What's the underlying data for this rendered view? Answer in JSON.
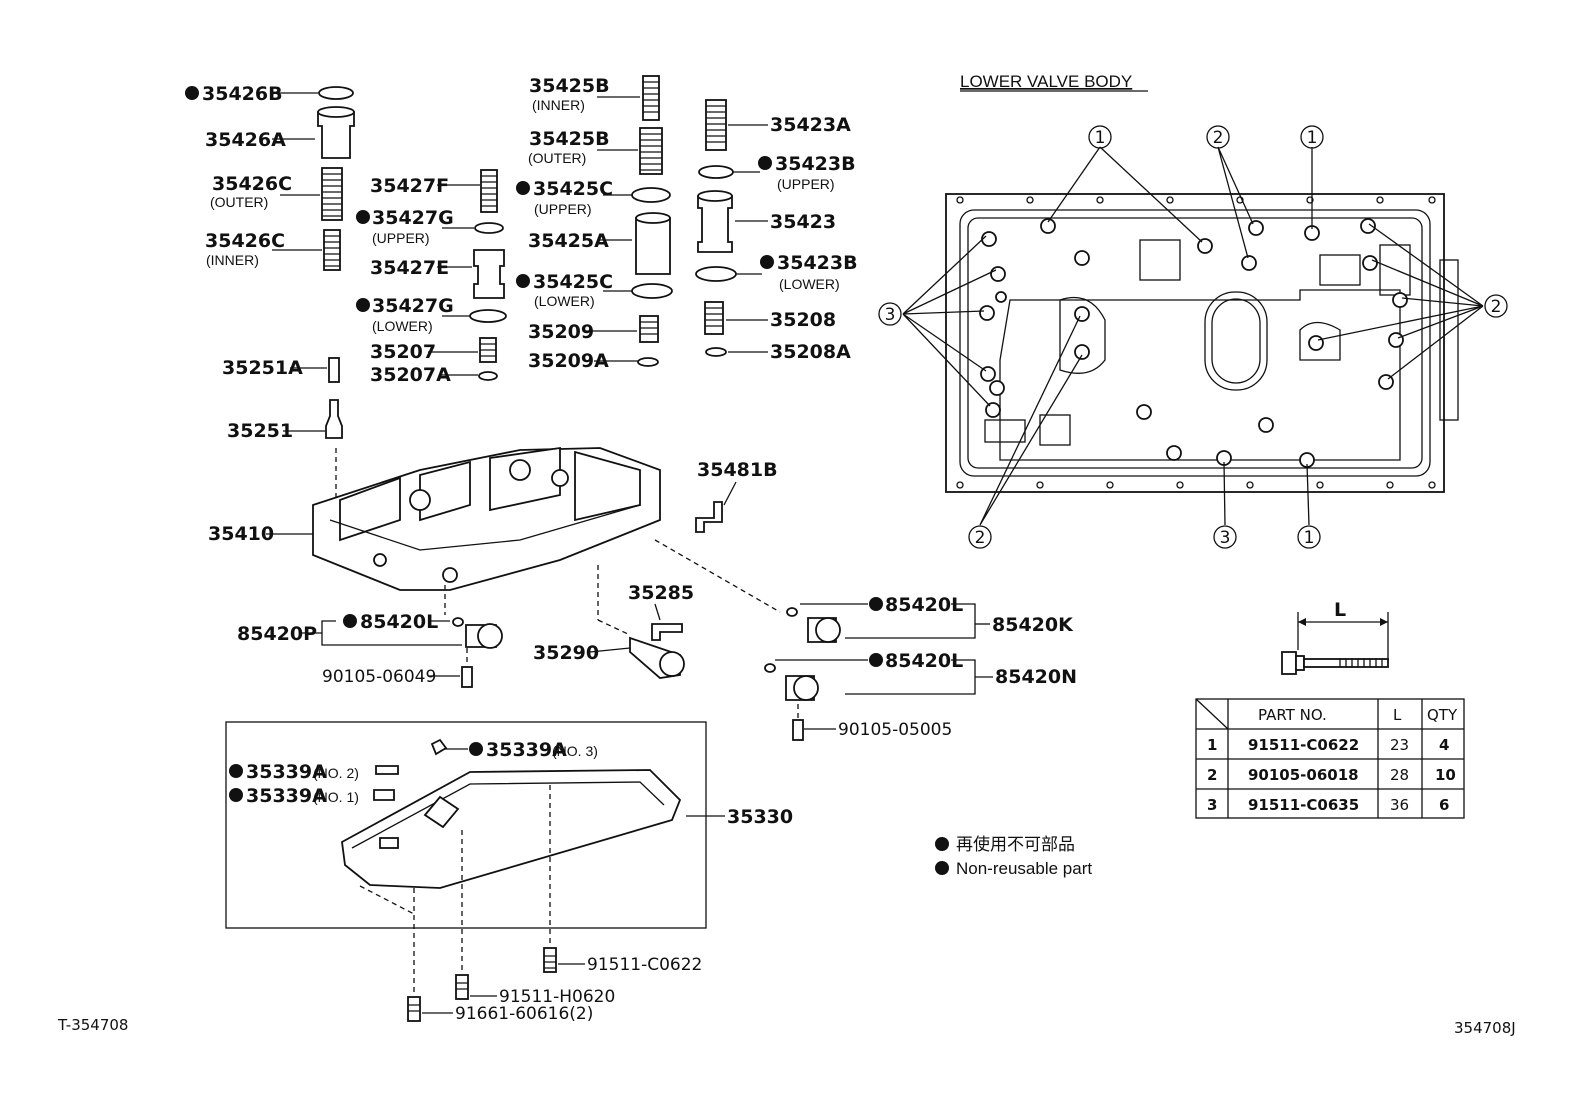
{
  "title": "LOWER VALVE BODY",
  "diagram_id_left": "T-354708",
  "diagram_id_right": "354708J",
  "labels": {
    "p35426B": "35426B",
    "p35426A": "35426A",
    "p35426C_outer": "35426C",
    "outer1": "(OUTER)",
    "p35426C_inner": "35426C",
    "inner1": "(INNER)",
    "p35427F": "35427F",
    "p35427G_upper": "35427G",
    "upper1": "(UPPER)",
    "p35427E": "35427E",
    "p35427G_lower": "35427G",
    "lower1": "(LOWER)",
    "p35207": "35207",
    "p35207A": "35207A",
    "p35251A": "35251A",
    "p35251": "35251",
    "p35425B_inner": "35425B",
    "inner2": "(INNER)",
    "p35425B_outer": "35425B",
    "outer2": "(OUTER)",
    "p35425C_upper": "35425C",
    "upper2": "(UPPER)",
    "p35425A": "35425A",
    "p35425C_lower": "35425C",
    "lower2": "(LOWER)",
    "p35209": "35209",
    "p35209A": "35209A",
    "p35423A": "35423A",
    "p35423B_upper": "35423B",
    "upper3": "(UPPER)",
    "p35423": "35423",
    "p35423B_lower": "35423B",
    "lower3": "(LOWER)",
    "p35208": "35208",
    "p35208A": "35208A",
    "p35481B": "35481B",
    "p35410": "35410",
    "p35285": "35285",
    "p35290": "35290",
    "p85420P": "85420P",
    "p85420L_a": "85420L",
    "p90105_06049": "90105-06049",
    "p85420L_b": "85420L",
    "p85420K": "85420K",
    "p85420L_c": "85420L",
    "p85420N": "85420N",
    "p90105_05005": "90105-05005",
    "p35339A_no3": "35339A",
    "no3": "(NO. 3)",
    "p35339A_no2": "35339A",
    "no2": "(NO. 2)",
    "p35339A_no1": "35339A",
    "no1": "(NO. 1)",
    "p35330": "35330",
    "p91511_C0622": "91511-C0622",
    "p91511_H0620": "91511-H0620",
    "p91661_60616": "91661-60616(2)",
    "L": "L"
  },
  "callouts": {
    "c1a": "1",
    "c2a": "2",
    "c1b": "1",
    "c3": "3",
    "c2b": "2",
    "c2c": "2",
    "c3b": "3",
    "c1c": "1"
  },
  "legend": {
    "jp": "再使用不可部品",
    "en": "Non-reusable part"
  },
  "bolt_table": {
    "headers": [
      "PART NO.",
      "L",
      "QTY"
    ],
    "rows": [
      {
        "no": "1",
        "part": "91511-C0622",
        "L": "23",
        "qty": "4"
      },
      {
        "no": "2",
        "part": "90105-06018",
        "L": "28",
        "qty": "10"
      },
      {
        "no": "3",
        "part": "91511-C0635",
        "L": "36",
        "qty": "6"
      }
    ]
  }
}
